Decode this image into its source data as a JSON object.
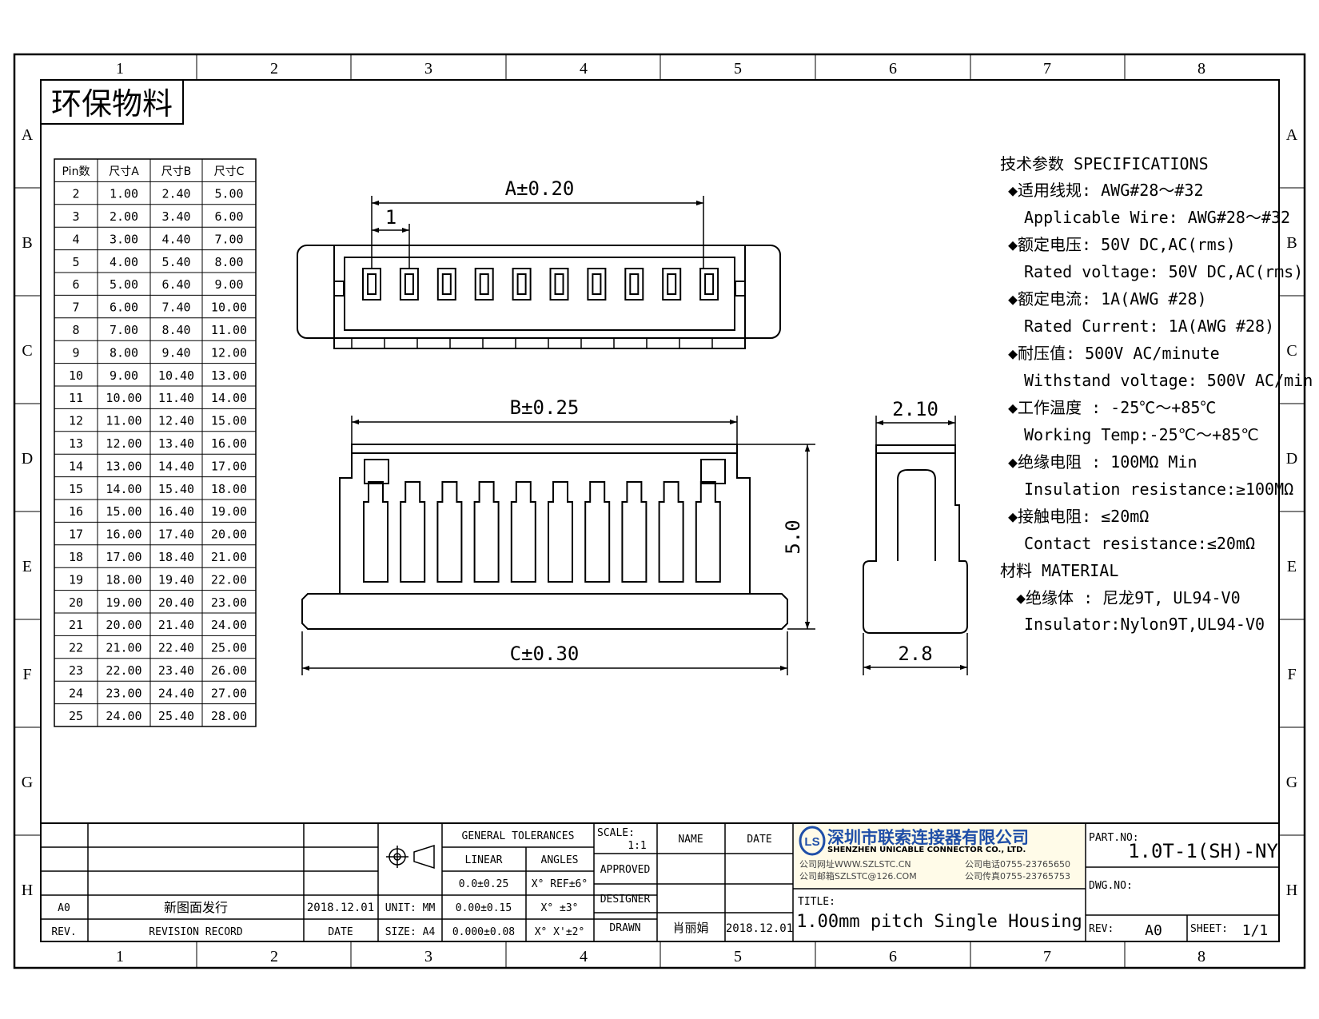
{
  "zones": {
    "columns": [
      "1",
      "2",
      "3",
      "4",
      "5",
      "6",
      "7",
      "8"
    ],
    "rows": [
      "A",
      "B",
      "C",
      "D",
      "E",
      "F",
      "G",
      "H"
    ]
  },
  "eco_label": "环保物料",
  "pin_table": {
    "headers": [
      "Pin数",
      "尺寸A",
      "尺寸B",
      "尺寸C"
    ],
    "rows": [
      [
        "2",
        "1.00",
        "2.40",
        "5.00"
      ],
      [
        "3",
        "2.00",
        "3.40",
        "6.00"
      ],
      [
        "4",
        "3.00",
        "4.40",
        "7.00"
      ],
      [
        "5",
        "4.00",
        "5.40",
        "8.00"
      ],
      [
        "6",
        "5.00",
        "6.40",
        "9.00"
      ],
      [
        "7",
        "6.00",
        "7.40",
        "10.00"
      ],
      [
        "8",
        "7.00",
        "8.40",
        "11.00"
      ],
      [
        "9",
        "8.00",
        "9.40",
        "12.00"
      ],
      [
        "10",
        "9.00",
        "10.40",
        "13.00"
      ],
      [
        "11",
        "10.00",
        "11.40",
        "14.00"
      ],
      [
        "12",
        "11.00",
        "12.40",
        "15.00"
      ],
      [
        "13",
        "12.00",
        "13.40",
        "16.00"
      ],
      [
        "14",
        "13.00",
        "14.40",
        "17.00"
      ],
      [
        "15",
        "14.00",
        "15.40",
        "18.00"
      ],
      [
        "16",
        "15.00",
        "16.40",
        "19.00"
      ],
      [
        "17",
        "16.00",
        "17.40",
        "20.00"
      ],
      [
        "18",
        "17.00",
        "18.40",
        "21.00"
      ],
      [
        "19",
        "18.00",
        "19.40",
        "22.00"
      ],
      [
        "20",
        "19.00",
        "20.40",
        "23.00"
      ],
      [
        "21",
        "20.00",
        "21.40",
        "24.00"
      ],
      [
        "22",
        "21.00",
        "22.40",
        "25.00"
      ],
      [
        "23",
        "22.00",
        "23.40",
        "26.00"
      ],
      [
        "24",
        "23.00",
        "24.40",
        "27.00"
      ],
      [
        "25",
        "24.00",
        "25.40",
        "28.00"
      ]
    ]
  },
  "dimensions": {
    "a": "A±0.20",
    "pitch": "1",
    "b": "B±0.25",
    "c": "C±0.30",
    "height": "5.0",
    "side_top": "2.10",
    "side_bottom": "2.8"
  },
  "specs": {
    "heading": "技术参数  SPECIFICATIONS",
    "lines": [
      "◆适用线规: AWG#28～#32",
      "Applicable Wire: AWG#28～#32",
      "◆额定电压: 50V DC,AC(rms)",
      "Rated voltage: 50V DC,AC(rms)",
      "◆额定电流: 1A(AWG #28)",
      "Rated Current: 1A(AWG #28)",
      "◆耐压值: 500V AC/minute",
      "Withstand voltage: 500V AC/min",
      "◆工作温度 : -25℃～+85℃",
      "Working Temp:-25℃～+85℃",
      "◆绝缘电阻 : 100MΩ  Min",
      "Insulation resistance:≥100MΩ",
      "◆接触电阻: ≤20mΩ",
      "Contact resistance:≤20mΩ"
    ],
    "material_heading": "材料  MATERIAL",
    "material_lines": [
      "◆绝缘体 : 尼龙9T, UL94-V0",
      "Insulator:Nylon9T,UL94-V0"
    ]
  },
  "title_block": {
    "rev_row": {
      "rev": "A0",
      "record": "新图面发行",
      "date": "2018.12.01"
    },
    "rev_label": "REV.",
    "record_label": "REVISION RECORD",
    "date_label": "DATE",
    "unit": "UNIT: MM",
    "size": "SIZE: A4",
    "general_tolerances": "GENERAL TOLERANCES",
    "linear": "LINEAR",
    "angles": "ANGLES",
    "tol_linear": [
      "0.0±0.25",
      "0.00±0.15",
      "0.000±0.08"
    ],
    "tol_angles": [
      "X° REF±6°",
      "X° ±3°",
      "X° X'±2°"
    ],
    "scale_label": "SCALE:",
    "scale_value": "1:1",
    "name_label": "NAME",
    "date_col_label": "DATE",
    "approved": "APPROVED",
    "designer": "DESIGNER",
    "drawn": "DRAWN",
    "drawn_name": "肖丽娟",
    "drawn_date": "2018.12.01",
    "company_cn": "深圳市联索连接器有限公司",
    "company_en": "SHENZHEN UNICABLE CONNECTOR CO., LTD.",
    "company_web": "公司网址WWW.SZLSTC.CN",
    "company_tel": "公司电话0755-23765650",
    "company_mail": "公司邮箱SZLSTC@126.COM",
    "company_fax": "公司传真0755-23765753",
    "logo_text": "LS",
    "title_label": "TITLE:",
    "title": "1.00mm pitch Single Housing",
    "part_no_label": "PART.NO:",
    "part_no": "1.0T-1(SH)-NY",
    "dwg_no_label": "DWG.NO:",
    "rev2_label": "REV:",
    "rev2_value": "A0",
    "sheet_label": "SHEET:",
    "sheet_value": "1/1"
  },
  "colors": {
    "ink": "#000000",
    "logo_blue": "#1f4fa8",
    "company_bg": "#fffbe8"
  }
}
